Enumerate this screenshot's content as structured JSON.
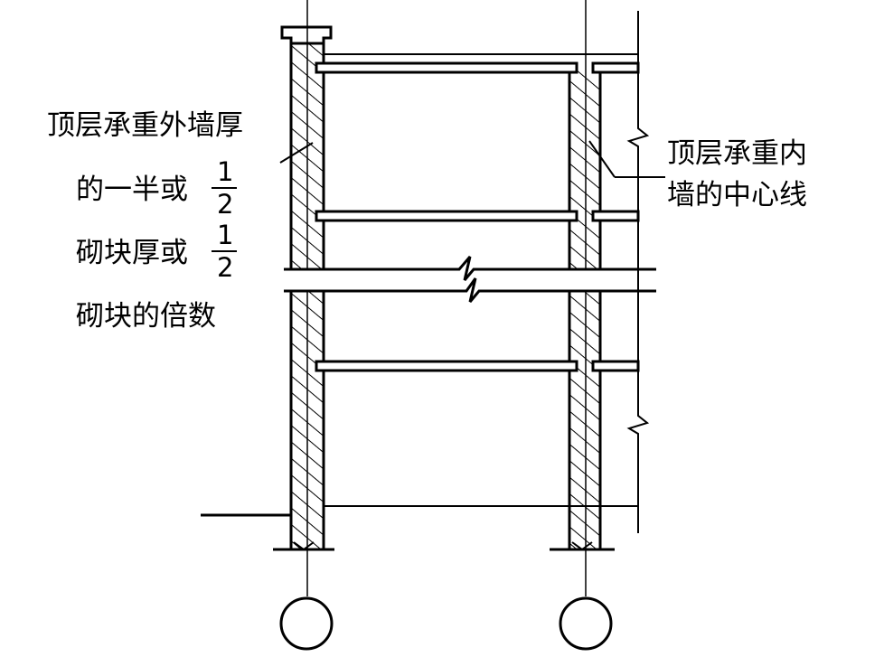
{
  "labels": {
    "outer_wall_line1": "顶层承重外墙厚",
    "outer_wall_line2": "的一半或",
    "outer_wall_line3": "砌块厚或",
    "outer_wall_line4": "砌块的倍数",
    "inner_wall_line1": "顶层承重内",
    "inner_wall_line2": "墙的中心线",
    "fraction_numerator": "1",
    "fraction_denominator": "2"
  }
}
